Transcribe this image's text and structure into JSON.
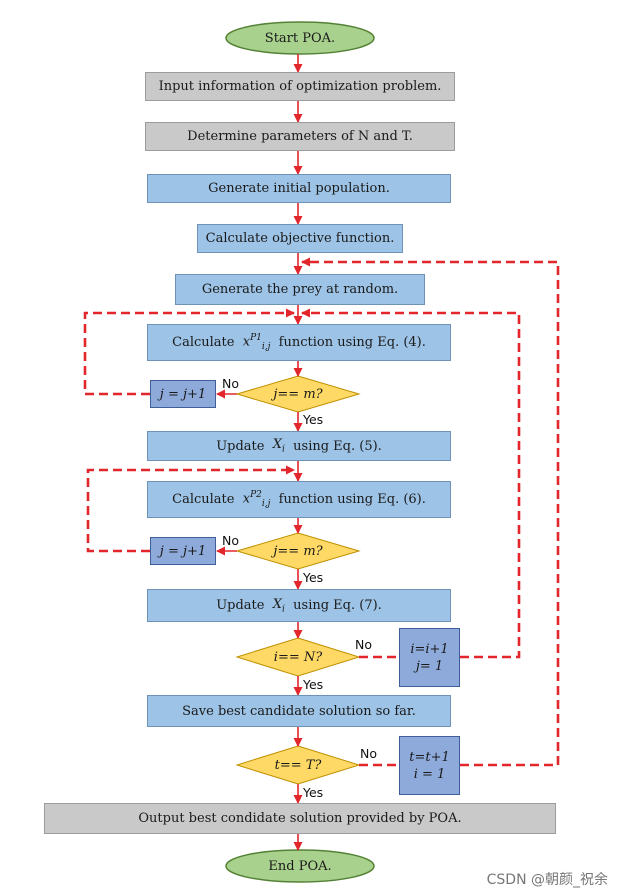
{
  "start": "Start POA.",
  "input_info": "Input information of optimization problem.",
  "determine_params": "Determine parameters of N and T.",
  "generate_population": "Generate initial population.",
  "calc_objective": "Calculate objective function.",
  "generate_prey": "Generate the prey at random.",
  "calc_phase1": {
    "prefix": "Calculate",
    "sym": "x",
    "sup": "P1",
    "sub": "i,j",
    "suffix": "function using Eq. (4)."
  },
  "cond_j1": "j== m?",
  "inc_j1": "j = j+1",
  "update1": {
    "prefix": "Update",
    "sym": "X",
    "sub": "i",
    "suffix": "using Eq. (5)."
  },
  "calc_phase2": {
    "prefix": "Calculate",
    "sym": "x",
    "sup": "P2",
    "sub": "i,j",
    "suffix": "function using Eq. (6)."
  },
  "cond_j2": "j== m?",
  "inc_j2": "j = j+1",
  "update2": {
    "prefix": "Update",
    "sym": "X",
    "sub": "i",
    "suffix": "using Eq. (7)."
  },
  "cond_i": "i== N?",
  "inc_i": {
    "line1": "i=i+1",
    "line2": "j= 1"
  },
  "save_best": "Save best candidate solution so far.",
  "cond_t": "t== T?",
  "inc_t": {
    "line1": "t=t+1",
    "line2": "i = 1"
  },
  "output": "Output best condidate solution provided by POA.",
  "end": "End POA.",
  "labels": {
    "no": "No",
    "yes": "Yes"
  },
  "watermark": "CSDN @朝颜_祝余",
  "colors": {
    "arrow": "#e3262b",
    "oval": "#a9d18e",
    "decision": "#ffd966",
    "gray_box": "#c9c9c9",
    "blue_box": "#9dc3e6",
    "dark_blue_box": "#8eaadb"
  }
}
